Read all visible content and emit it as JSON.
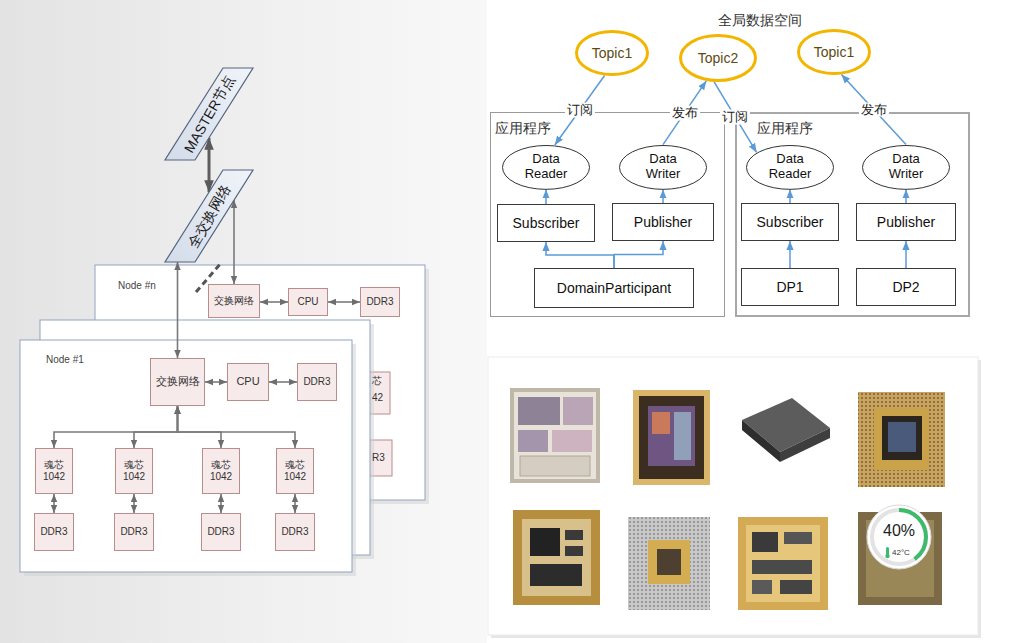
{
  "diagram": {
    "nodes": [
      {
        "text": [
          "MASTER节点"
        ]
      },
      {
        "text": [
          "全交换网络"
        ]
      },
      {
        "text": [
          "Node #n"
        ]
      },
      {
        "text": [
          "交换网络"
        ],
        "in": 2
      },
      {
        "text": [
          "CPU"
        ],
        "in": 2
      },
      {
        "text": [
          "DDR3"
        ],
        "in": 2
      },
      {
        "text": [
          "Node #1"
        ]
      },
      {
        "text": [
          "交换网络"
        ],
        "in": 6
      },
      {
        "text": [
          "CPU"
        ],
        "in": 6
      },
      {
        "text": [
          "DDR3"
        ],
        "in": 6
      },
      {
        "text": [
          "魂芯 1042"
        ],
        "in": 6
      },
      {
        "text": [
          "魂芯 1042"
        ],
        "in": 6
      },
      {
        "text": [
          "魂芯 1042"
        ],
        "in": 6
      },
      {
        "text": [
          "魂芯 1042"
        ],
        "in": 6
      },
      {
        "text": [
          "DDR3"
        ],
        "in": 6
      },
      {
        "text": [
          "DDR3"
        ],
        "in": 6
      },
      {
        "text": [
          "DDR3"
        ],
        "in": 6
      },
      {
        "text": [
          "DDR3"
        ],
        "in": 6
      },
      {
        "text": [
          "全局数据空间"
        ]
      },
      {
        "text": [
          "Topic1"
        ],
        "in": 18
      },
      {
        "text": [
          "Topic2"
        ],
        "in": 18
      },
      {
        "text": [
          "Topic1"
        ],
        "in": 18
      },
      {
        "text": [
          "应用程序"
        ]
      },
      {
        "text": [
          "Data Reader"
        ],
        "in": 22
      },
      {
        "text": [
          "Data Writer"
        ],
        "in": 22
      },
      {
        "text": [
          "Subscriber"
        ],
        "in": 22
      },
      {
        "text": [
          "Publisher"
        ],
        "in": 22
      },
      {
        "text": [
          "DomainParticipant"
        ],
        "in": 22
      },
      {
        "text": [
          "应用程序"
        ]
      },
      {
        "text": [
          "Data Reader"
        ],
        "in": 28
      },
      {
        "text": [
          "Data Writer"
        ],
        "in": 28
      },
      {
        "text": [
          "Subscriber"
        ],
        "in": 28
      },
      {
        "text": [
          "Publisher"
        ],
        "in": 28
      },
      {
        "text": [
          "DP1"
        ],
        "in": 28
      },
      {
        "text": [
          "DP2"
        ],
        "in": 28
      }
    ],
    "edges": [
      {
        "from": 0,
        "to": 1,
        "arrow": "both"
      },
      {
        "from": 1,
        "to": 3,
        "arrow": "both"
      },
      {
        "from": 1,
        "to": 7,
        "arrow": "both"
      },
      {
        "from": 3,
        "to": 4,
        "arrow": "both"
      },
      {
        "from": 4,
        "to": 5,
        "arrow": "both"
      },
      {
        "from": 7,
        "to": 8,
        "arrow": "both"
      },
      {
        "from": 8,
        "to": 9,
        "arrow": "both"
      },
      {
        "from": 7,
        "to": 10,
        "arrow": "both"
      },
      {
        "from": 7,
        "to": 11,
        "arrow": "both"
      },
      {
        "from": 7,
        "to": 12,
        "arrow": "both"
      },
      {
        "from": 7,
        "to": 13,
        "arrow": "both"
      },
      {
        "from": 10,
        "to": 14,
        "arrow": "both"
      },
      {
        "from": 11,
        "to": 15,
        "arrow": "both"
      },
      {
        "from": 12,
        "to": 16,
        "arrow": "both"
      },
      {
        "from": 13,
        "to": 17,
        "arrow": "both"
      },
      {
        "from": 19,
        "to": 23,
        "label": "订阅",
        "arrow": "to"
      },
      {
        "from": 24,
        "to": 20,
        "label": "发布",
        "arrow": "to"
      },
      {
        "from": 20,
        "to": 29,
        "label": "订阅",
        "arrow": "to"
      },
      {
        "from": 30,
        "to": 21,
        "label": "发布",
        "arrow": "to"
      },
      {
        "from": 25,
        "to": 23,
        "arrow": "to"
      },
      {
        "from": 26,
        "to": 24,
        "arrow": "to"
      },
      {
        "from": 27,
        "to": 25,
        "arrow": "to"
      },
      {
        "from": 27,
        "to": 26,
        "arrow": "to"
      },
      {
        "from": 31,
        "to": 29,
        "arrow": "to"
      },
      {
        "from": 32,
        "to": 30,
        "arrow": "to"
      },
      {
        "from": 33,
        "to": 31,
        "arrow": "to"
      },
      {
        "from": 34,
        "to": 32,
        "arrow": "to"
      }
    ],
    "labels": [
      "芯",
      "42",
      "R3",
      "40%",
      "42°C"
    ]
  }
}
